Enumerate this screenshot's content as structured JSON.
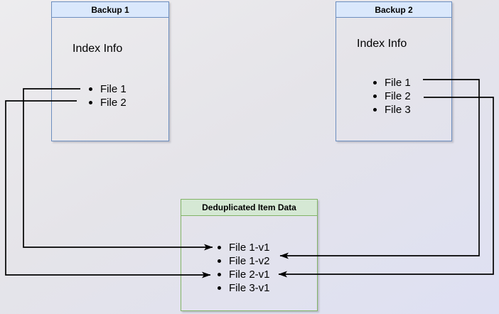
{
  "colors": {
    "blue_fill": "#dae8fc",
    "blue_border": "#6c8ebf",
    "green_fill": "#d5e8d4",
    "green_border": "#82b366",
    "arrow": "#000000"
  },
  "boxes": {
    "backup1": {
      "title": "Backup 1",
      "label": "Index Info",
      "items": [
        "File 1",
        "File 2"
      ]
    },
    "backup2": {
      "title": "Backup 2",
      "label": "Index Info",
      "items": [
        "File 1",
        "File 2",
        "File 3"
      ]
    },
    "dedup": {
      "title": "Deduplicated Item Data",
      "items": [
        "File 1-v1",
        "File 1-v2",
        "File 2-v1",
        "File 3-v1"
      ]
    }
  },
  "connections": [
    {
      "from": "Backup 1 / File 1",
      "to": "File 1-v1"
    },
    {
      "from": "Backup 1 / File 2",
      "to": "File 2-v1"
    },
    {
      "from": "Backup 2 / File 1",
      "to": "File 1-v2"
    },
    {
      "from": "Backup 2 / File 2",
      "to": "File 2-v1"
    }
  ]
}
